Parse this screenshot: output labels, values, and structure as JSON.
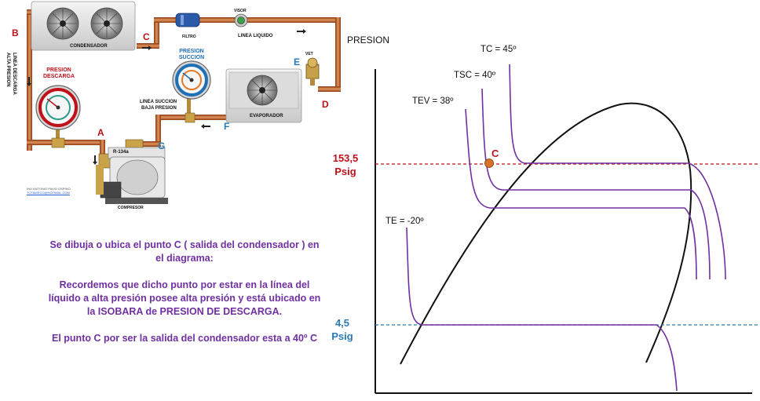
{
  "circuit": {
    "points": {
      "a": "A",
      "b": "B",
      "c": "C",
      "d": "D",
      "e": "E",
      "f": "F",
      "g": "G"
    },
    "labels": {
      "condenser": "CONDENSADOR",
      "filter": "FILTRO",
      "sight_glass": "VISOR",
      "liquid_line": "LINEA LIQUIDO",
      "expansion_valve": "VET",
      "evaporator": "EVAPORADOR",
      "suction_line_1": "LINEA SUCCION",
      "suction_line_2": "BAJA PRESION",
      "discharge_line_1": "LINEA DESCARGA",
      "discharge_line_2": "ALTA PRESION",
      "discharge_gauge_1": "PRESION",
      "discharge_gauge_2": "DESCARGA",
      "suction_gauge_1": "PRESION",
      "suction_gauge_2": "SUCCION",
      "refrigerant": "R-134a",
      "compressor": "COMPRESOR",
      "author_1": "ING ANTONIO PAVIO OSPINO",
      "author_2": "TOTAWECO@HOTMAIL.COM"
    }
  },
  "explanation": {
    "p1": "Se dibuja o ubica el punto C ( salida del condensador ) en el diagrama:",
    "p2": "Recordemos que dicho punto por estar en la línea del líquido a alta presión posee alta presión y está ubicado en la ISOBARA de PRESION DE DESCARGA.",
    "p3": "El punto C por ser la salida del condensador esta a 40º C"
  },
  "diagram": {
    "y_axis_label": "PRESION",
    "high_pressure_value": "153,5",
    "high_pressure_unit": "Psig",
    "low_pressure_value": "4,5",
    "low_pressure_unit": "Psig",
    "isotherm_tc": "TC = 45º",
    "isotherm_tsc": "TSC = 40º",
    "isotherm_tev": "TEV = 38º",
    "isotherm_te": "TE = -20º",
    "point_c": "C",
    "colors": {
      "isotherm": "#7030a0",
      "high_pressure_line": "#c0101a",
      "low_pressure_line": "#2a7ab8",
      "point_c": "#d9712a"
    }
  }
}
